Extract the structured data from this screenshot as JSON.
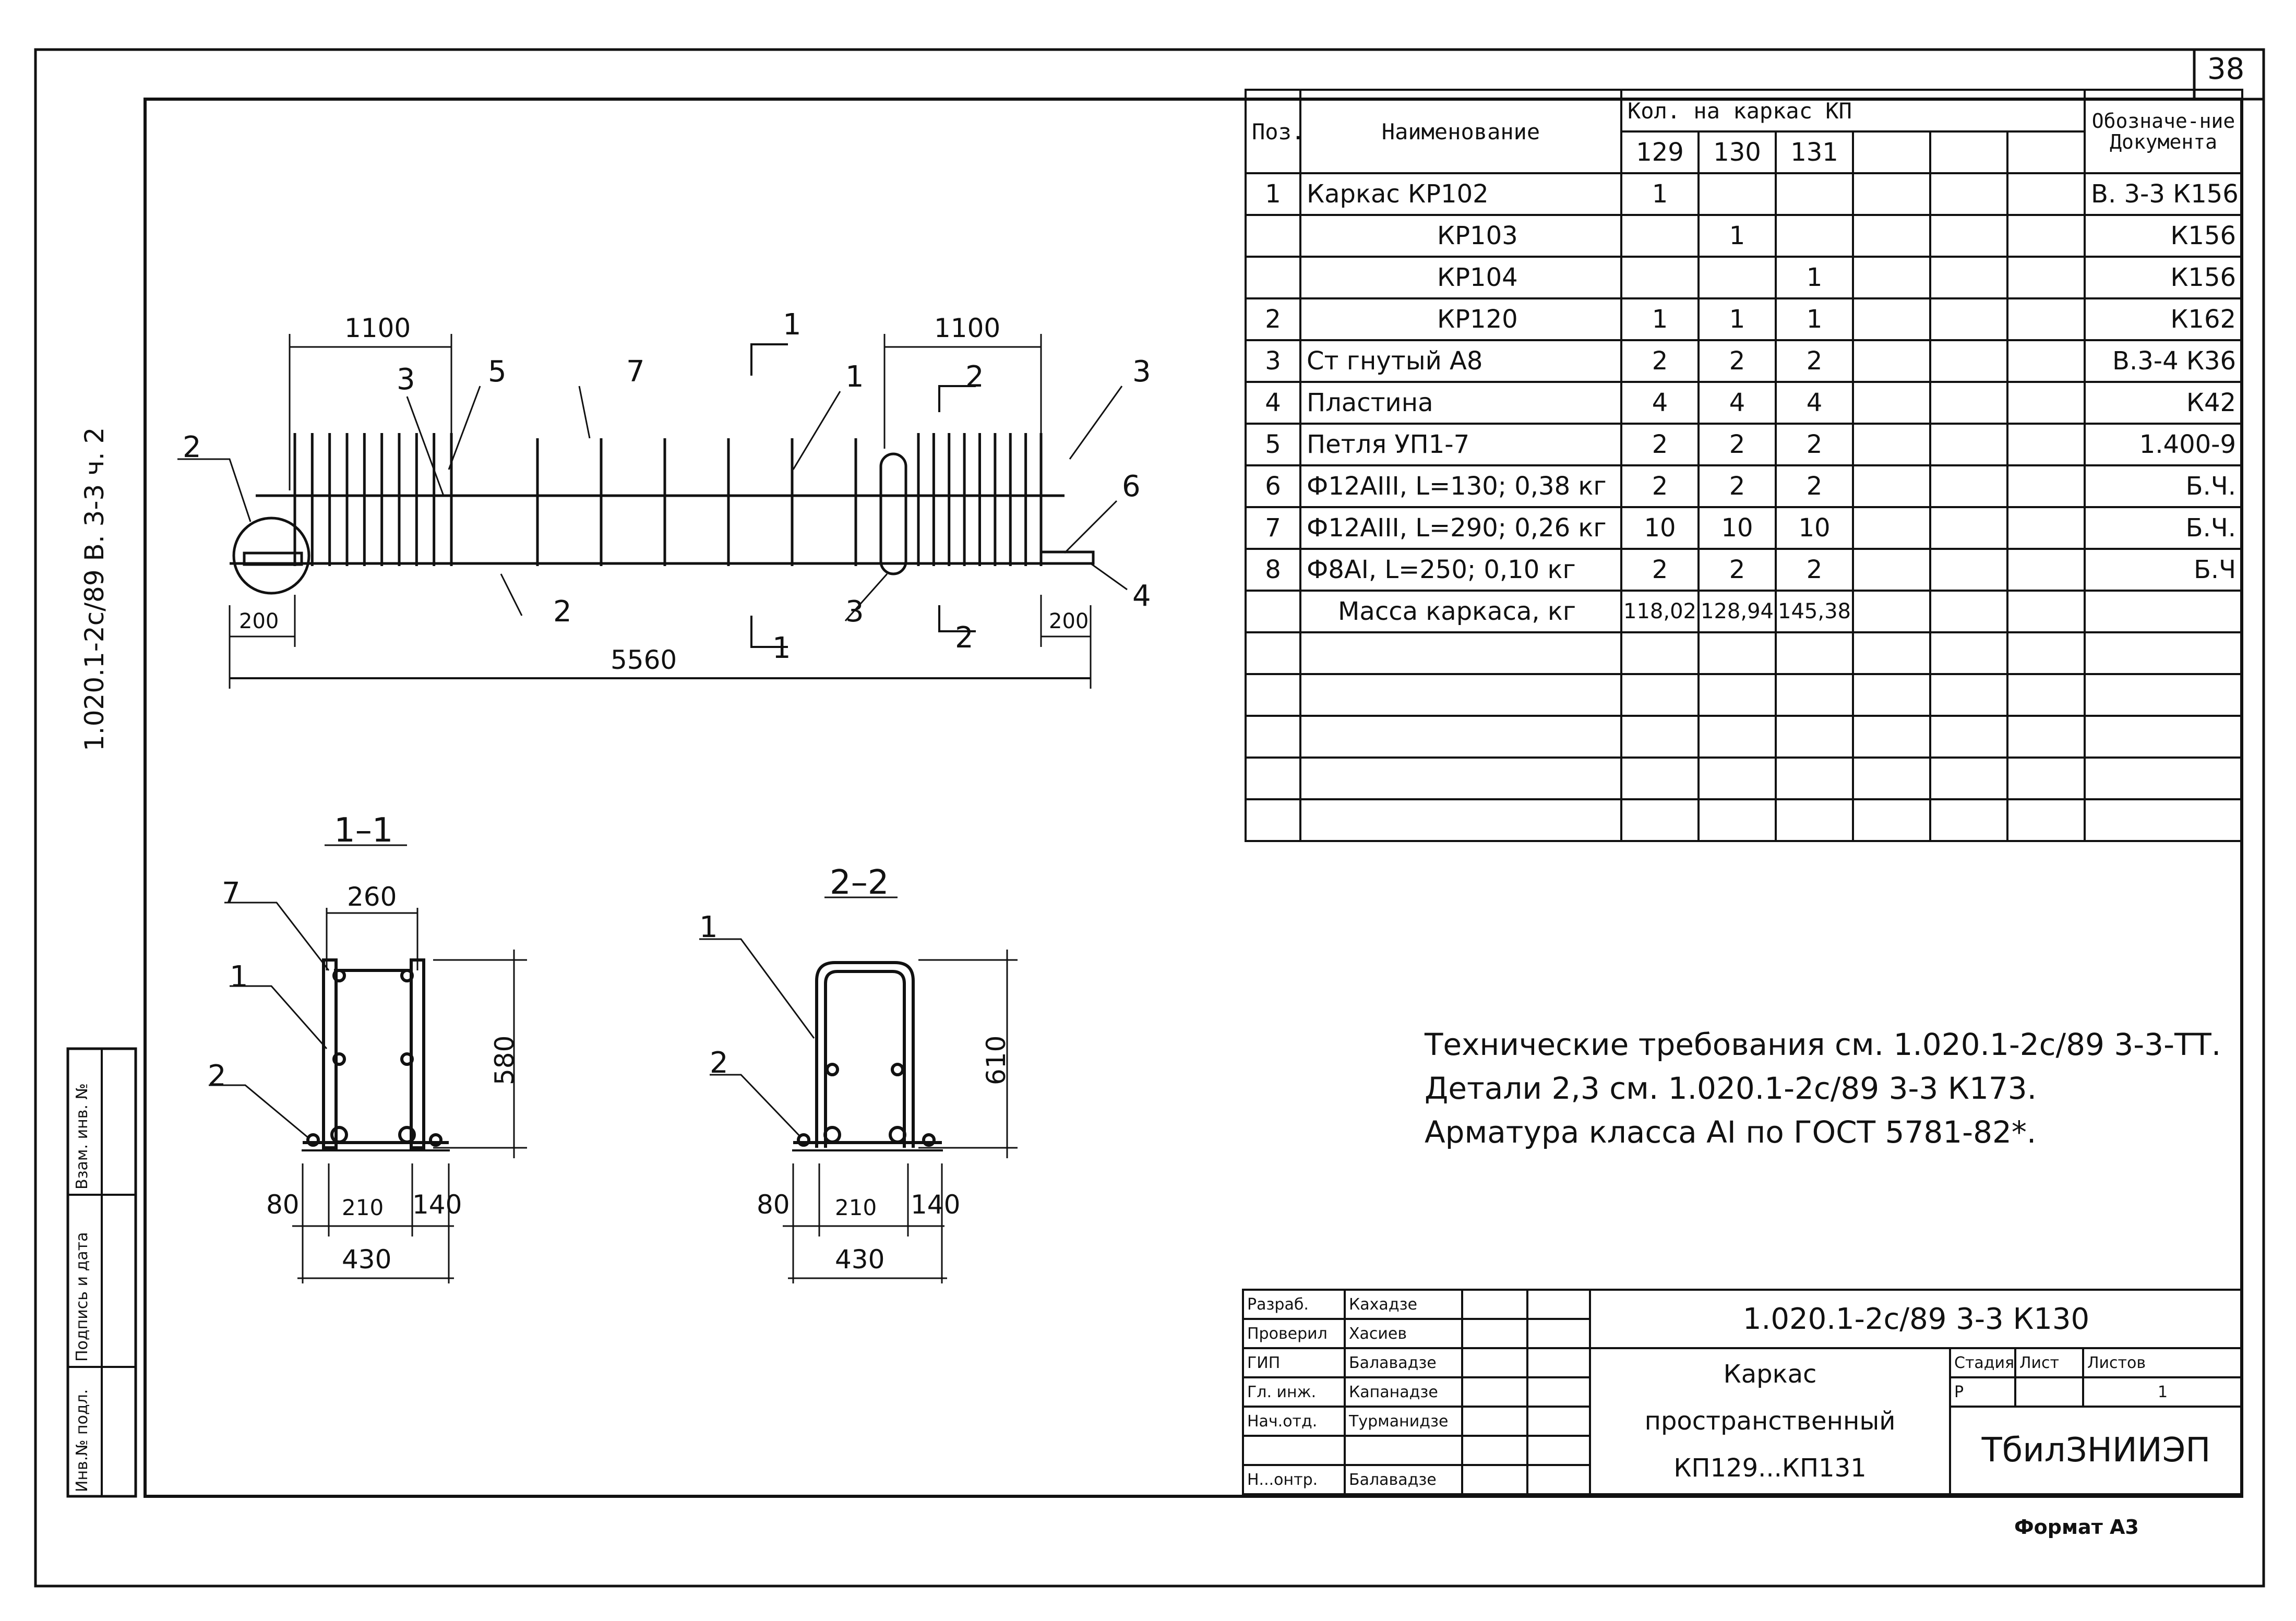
{
  "sheet_number": "38",
  "side_code": "1.020.1-2с/89 В. 3-3 ч. 2",
  "side_boxes": [
    "Взам. инв. №",
    "Подпись и дата",
    "Инв.№ подл."
  ],
  "format": "Формат А3",
  "spec_table": {
    "headers": {
      "pos": "Поз.",
      "name": "Наименование",
      "qty": "Кол. на каркас КП",
      "doc": "Обозначе-ние Документа",
      "cols": [
        "129",
        "130",
        "131"
      ]
    },
    "rows": [
      {
        "pos": "1",
        "name": "Каркас КР102",
        "q": [
          "1",
          "",
          ""
        ],
        "doc": "В. 3-3 К156"
      },
      {
        "pos": "",
        "name": "КР103",
        "q": [
          "",
          "1",
          ""
        ],
        "doc": "К156"
      },
      {
        "pos": "",
        "name": "КР104",
        "q": [
          "",
          "",
          "1"
        ],
        "doc": "К156"
      },
      {
        "pos": "2",
        "name": "КР120",
        "q": [
          "1",
          "1",
          "1"
        ],
        "doc": "К162"
      },
      {
        "pos": "3",
        "name": "Ст гнутый А8",
        "q": [
          "2",
          "2",
          "2"
        ],
        "doc": "В.3-4 К36"
      },
      {
        "pos": "4",
        "name": "Пластина",
        "q": [
          "4",
          "4",
          "4"
        ],
        "doc": "К42"
      },
      {
        "pos": "5",
        "name": "Петля УП1-7",
        "q": [
          "2",
          "2",
          "2"
        ],
        "doc": "1.400-9"
      },
      {
        "pos": "6",
        "name": "Ф12АIII, L=130; 0,38 кг",
        "q": [
          "2",
          "2",
          "2"
        ],
        "doc": "Б.Ч."
      },
      {
        "pos": "7",
        "name": "Ф12АIII, L=290; 0,26 кг",
        "q": [
          "10",
          "10",
          "10"
        ],
        "doc": "Б.Ч."
      },
      {
        "pos": "8",
        "name": "Ф8АI, L=250; 0,10 кг",
        "q": [
          "2",
          "2",
          "2"
        ],
        "doc": "Б.Ч"
      },
      {
        "pos": "",
        "name": "Масса каркаса, кг",
        "q": [
          "118,02",
          "128,94",
          "145,38"
        ],
        "doc": ""
      }
    ]
  },
  "elevation": {
    "dims": {
      "left_top": "1100",
      "right_top": "1100",
      "left_bottom": "200",
      "right_bottom": "200",
      "total": "5560"
    },
    "callouts": [
      "2",
      "3",
      "5",
      "7",
      "1",
      "2",
      "3",
      "6",
      "4",
      "2",
      "3"
    ],
    "section_marks": [
      "1",
      "1",
      "2",
      "2"
    ]
  },
  "section_1": {
    "title": "1–1",
    "dims": {
      "width": "260",
      "height": "580",
      "b1": "80",
      "b2": "210",
      "b3": "140",
      "total": "430"
    },
    "callouts": [
      "7",
      "1",
      "2"
    ]
  },
  "section_2": {
    "title": "2–2",
    "dims": {
      "height": "610",
      "b1": "80",
      "b2": "210",
      "b3": "140",
      "total": "430"
    },
    "callouts": [
      "1",
      "2"
    ]
  },
  "notes": [
    "Технические требования см. 1.020.1-2с/89 3-3-ТТ.",
    "Детали 2,3   см. 1.020.1-2с/89 3-3 К173.",
    "Арматура класса АI по ГОСТ 5781-82*."
  ],
  "stamp": {
    "roles": [
      {
        "role": "Разраб.",
        "name": "Кахадзе"
      },
      {
        "role": "Проверил",
        "name": "Хасиев"
      },
      {
        "role": "ГИП",
        "name": "Балавадзе"
      },
      {
        "role": "Гл. инж.",
        "name": "Капанадзе"
      },
      {
        "role": "Нач.отд.",
        "name": "Турманидзе"
      },
      {
        "role": "",
        "name": ""
      },
      {
        "role": "Н...онтр.",
        "name": "Балавадзе"
      }
    ],
    "code": "1.020.1-2с/89 3-3 К130",
    "title_line1": "Каркас пространственный",
    "title_line2": "КП129...КП131",
    "stage_label": "Стадия",
    "sheet_label": "Лист",
    "sheets_label": "Листов",
    "stage": "Р",
    "sheet": "",
    "sheets": "1",
    "org": "ТбилЗНИИЭП"
  }
}
